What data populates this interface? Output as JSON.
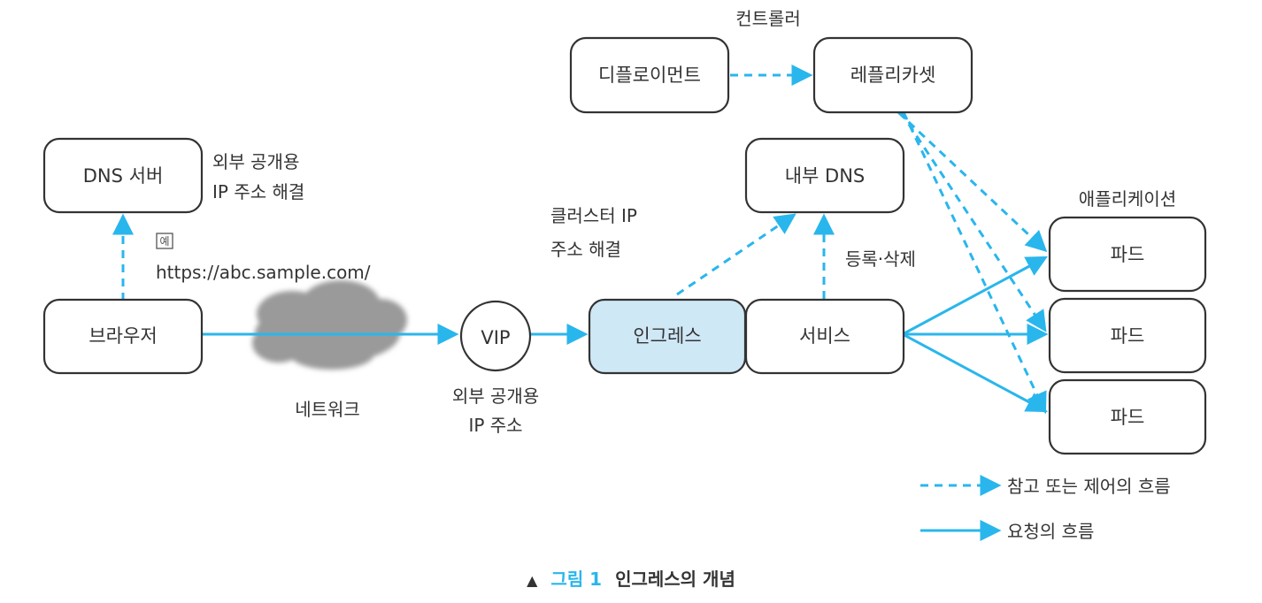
{
  "colors": {
    "accent": "#29b6ec",
    "highlight_fill": "#cfe8f6",
    "stroke": "#333333",
    "cloud": "#9a9a9a"
  },
  "labels": {
    "controller": "컨트롤러",
    "external_dns": [
      "외부 공개용",
      "IP 주소 해결"
    ],
    "example_icon": "예",
    "example_url": "https://abc.sample.com/",
    "cluster_ip": [
      "클러스터 IP",
      "주소 해결"
    ],
    "register_delete": "등록·삭제",
    "application": "애플리케이션",
    "network": "네트워크",
    "external_ip": [
      "외부 공개용",
      "IP 주소"
    ]
  },
  "nodes": {
    "deployment": "디플로이먼트",
    "replicaset": "레플리카셋",
    "dns_server": "DNS 서버",
    "internal_dns": "내부 DNS",
    "browser": "브라우저",
    "vip": "VIP",
    "ingress": "인그레스",
    "service": "서비스",
    "pods": [
      "파드",
      "파드",
      "파드"
    ]
  },
  "legend": {
    "dashed": "참고 또는 제어의 흐름",
    "solid": "요청의 흐름"
  },
  "caption": {
    "marker": "▲",
    "figure": "그림 1",
    "title": "인그레스의 개념"
  }
}
